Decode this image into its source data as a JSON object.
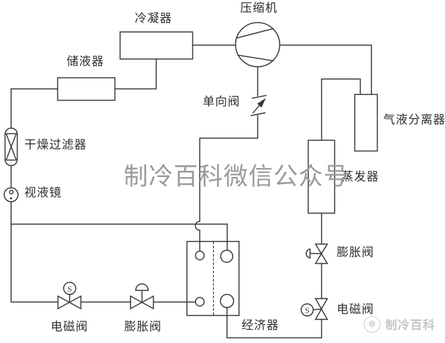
{
  "diagram": {
    "watermark": "制冷百科微信公众号",
    "brand": {
      "icon": "❆",
      "text": "制冷百科"
    },
    "components": {
      "compressor": "压缩机",
      "condenser": "冷凝器",
      "receiver": "储液器",
      "filter_drier": "干燥过滤器",
      "sight_glass": "视液镜",
      "check_valve": "单向阀",
      "gas_liquid_separator": "气液分离器",
      "evaporator": "蒸发器",
      "expansion_valve_right": "膨胀阀",
      "solenoid_valve_right": "电磁阀",
      "solenoid_valve_left": "电磁阀",
      "expansion_valve_left": "膨胀阀",
      "economizer": "经济器"
    },
    "symbols": {
      "solenoid_letter": "S"
    },
    "colors": {
      "line": "#3a3a3a",
      "watermark": "#9b9b9b",
      "brand": "#c4c4c4",
      "background": "#ffffff"
    }
  }
}
